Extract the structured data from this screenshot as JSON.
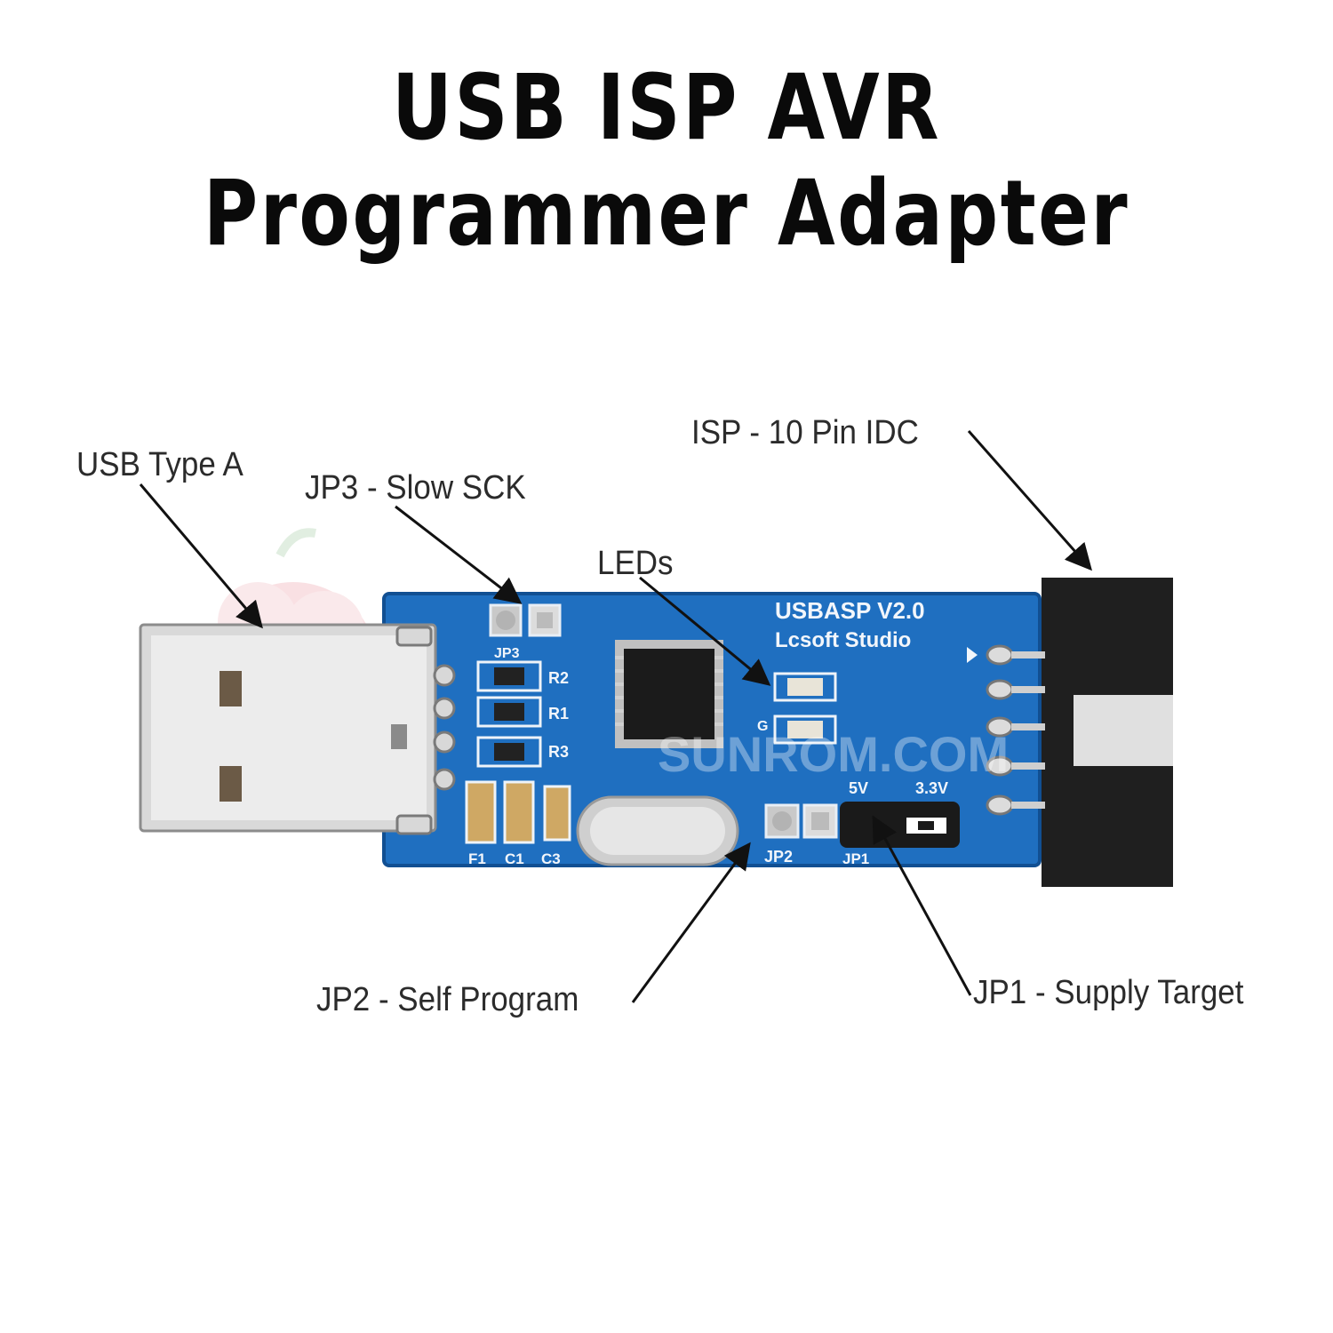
{
  "title": "USB ISP AVR Programmer Adapter",
  "callouts": {
    "usb_type_a": "USB Type A",
    "jp3": "JP3 - Slow SCK",
    "leds": "LEDs",
    "isp": "ISP - 10 Pin IDC",
    "jp2": "JP2 - Self Program",
    "jp1": "JP1 - Supply Target"
  },
  "board": {
    "name": "USBASP V2.0",
    "maker": "Lcsoft Studio",
    "jp3": "JP3",
    "jp2": "JP2",
    "jp1": "JP1",
    "r2": "R2",
    "r1": "R1",
    "r3": "R3",
    "f1": "F1",
    "c1": "C1",
    "c3": "C3",
    "g": "G",
    "v5": "5V",
    "v33": "3.3V",
    "watermark": "SUNROM.COM"
  },
  "colors": {
    "pcb": "#1f6fc0",
    "text": "#2b2b2b"
  }
}
